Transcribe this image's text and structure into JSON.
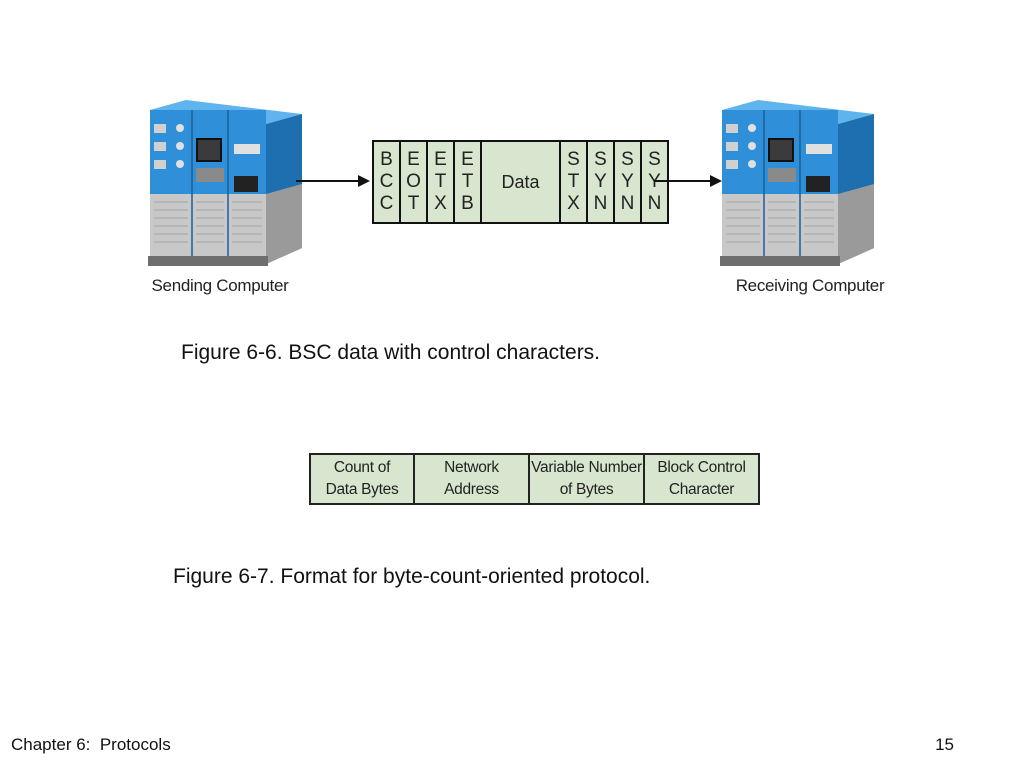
{
  "figure_6_6": {
    "sending_label": "Sending Computer",
    "receiving_label": "Receiving Computer",
    "frame_fields": [
      [
        "B",
        "C",
        "C"
      ],
      [
        "E",
        "O",
        "T"
      ],
      [
        "E",
        "T",
        "X"
      ],
      [
        "E",
        "T",
        "B"
      ],
      [
        "Data"
      ],
      [
        "S",
        "T",
        "X"
      ],
      [
        "S",
        "Y",
        "N"
      ],
      [
        "S",
        "Y",
        "N"
      ],
      [
        "S",
        "Y",
        "N"
      ]
    ],
    "caption": "Figure 6-6. BSC data with control characters."
  },
  "figure_6_7": {
    "fields": [
      [
        "Count of",
        "Data Bytes"
      ],
      [
        "Network",
        "Address"
      ],
      [
        "Variable Number",
        "of Bytes"
      ],
      [
        "Block Control",
        "Character"
      ]
    ],
    "caption": "Figure 6-7. Format for byte-count-oriented protocol."
  },
  "footer": {
    "chapter": "Chapter 6:  Protocols",
    "page_number": "15"
  },
  "colors": {
    "field_fill": "#d8e6cf",
    "computer_blue": "#2f8fd8"
  },
  "icons": {
    "sending": "mainframe-computer-icon",
    "receiving": "mainframe-computer-icon"
  }
}
